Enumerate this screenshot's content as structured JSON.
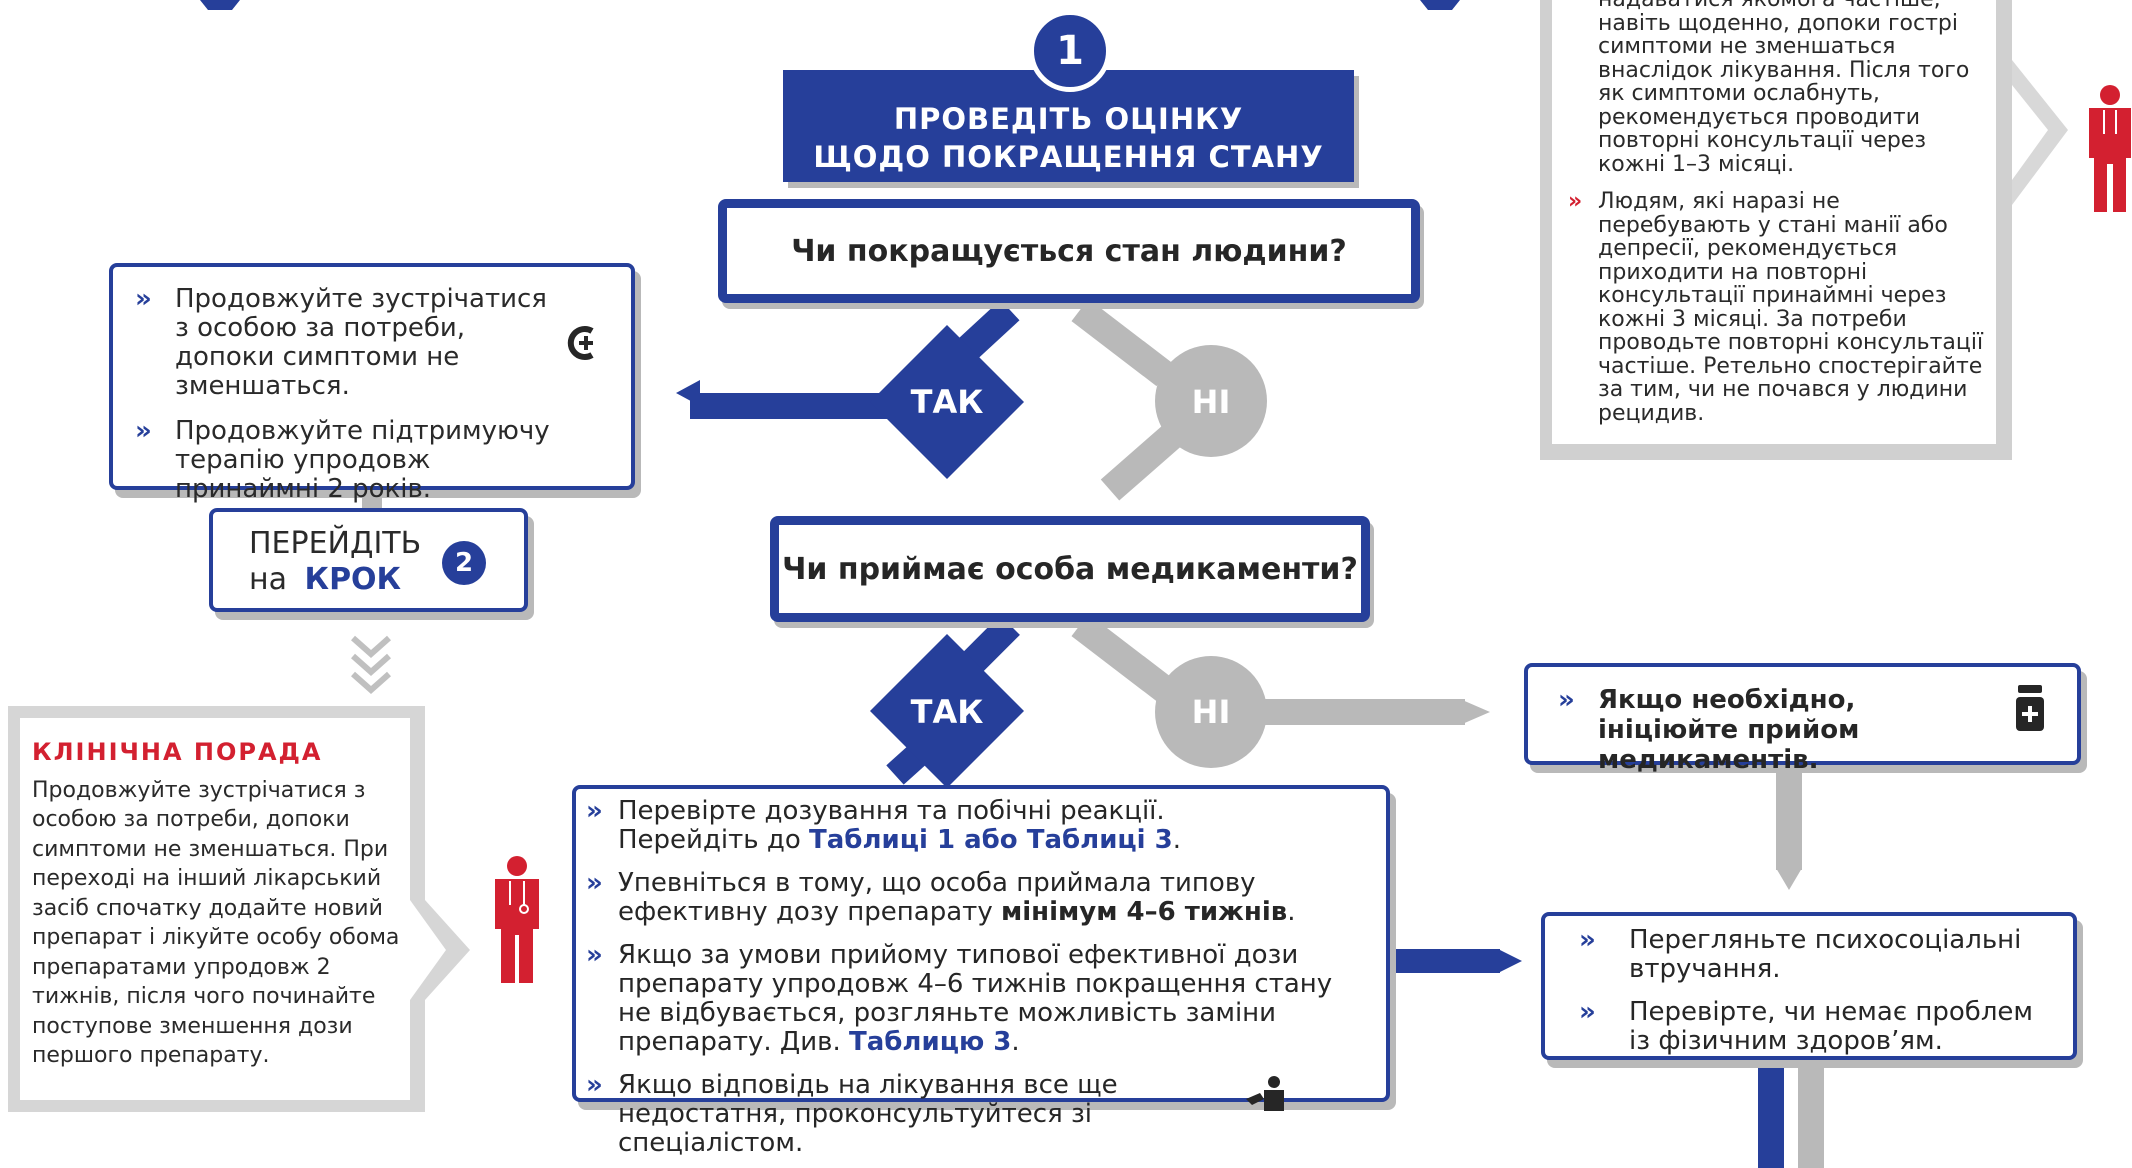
{
  "step": {
    "number": "1",
    "title_line1": "ПРОВЕДІТЬ ОЦІНКУ",
    "title_line2": "ЩОДО ПОКРАЩЕННЯ СТАНУ"
  },
  "q1": "Чи покращується стан людини?",
  "q2": "Чи приймає особа медикаменти?",
  "yes_label": "ТАК",
  "no_label": "НІ",
  "left_box": {
    "item1": "Продовжуйте зустрічатися з особою за потреби, допоки симптоми не зменшаться.",
    "item2": "Продовжуйте підтримуючу терапію упродовж принаймні 2 років."
  },
  "goto": {
    "line1": "ПЕРЕЙДІТЬ",
    "na": "на",
    "krok": "КРОК",
    "number": "2"
  },
  "clinical_tip": {
    "title": "КЛІНІЧНА ПОРАДА",
    "text": "Продовжуйте зустрічатися з особою за потреби, допоки симптоми не зменшаться. При переході на інший лікарський засіб спочатку додайте новий препарат і лікуйте особу обома препаратами упродовж 2 тижнів, після чого починайте поступове зменшення дози першого препарату."
  },
  "top_right": {
    "para1": "надаватися якомога частіше, навіть щоденно, допоки гострі симптоми не зменшаться внаслідок лікування. Після того як симптоми ослабнуть, рекомендується проводити повторні консультації через кожні 1–3 місяці.",
    "para2": "Людям, які наразі не перебувають у стані манії або депресії, рекомендується приходити на повторні консультації принаймні через кожні 3 місяці. За потреби проводьте повторні консультації частіше. Ретельно спостерігайте за тим, чи не почався у людини рецидив."
  },
  "med_box": {
    "item1_a": "Перевірте дозування та побічні реакції.",
    "item1_b": "Перейдіть до ",
    "item1_ref": "Таблиці 1 або Таблиці 3",
    "item1_end": ".",
    "item2_a": "Упевніться в тому, що особа приймала типову ефективну дозу препарату ",
    "item2_bold": "мінімум 4–6 тижнів",
    "item2_end": ".",
    "item3_a": "Якщо за умови прийому типової ефективної дози препарату упродовж 4–6 тижнів покращення стану не відбувається, розгляньте можливість заміни препарату.  Див. ",
    "item3_ref": "Таблицю 3",
    "item3_end": ".",
    "item4": "Якщо відповідь на лікування все ще недостатня, проконсультуйтеся зі спеціалістом."
  },
  "init_box": {
    "text": "Якщо необхідно, ініціюйте прийом медикаментів."
  },
  "psycho_box": {
    "item1": "Перегляньте психосоціальні втручання.",
    "item2": "Перевірте, чи немає проблем із фізичним здоров’ям."
  },
  "icons": {
    "pill": "pill-bottle-icon",
    "doctor": "doctor-icon",
    "clinician": "clinician-icon",
    "consult": "specialist-consult-icon",
    "return": "return-arrow-icon"
  },
  "colors": {
    "blue": "#263f9a",
    "gray": "#b9b9b9",
    "red": "#d32030"
  }
}
